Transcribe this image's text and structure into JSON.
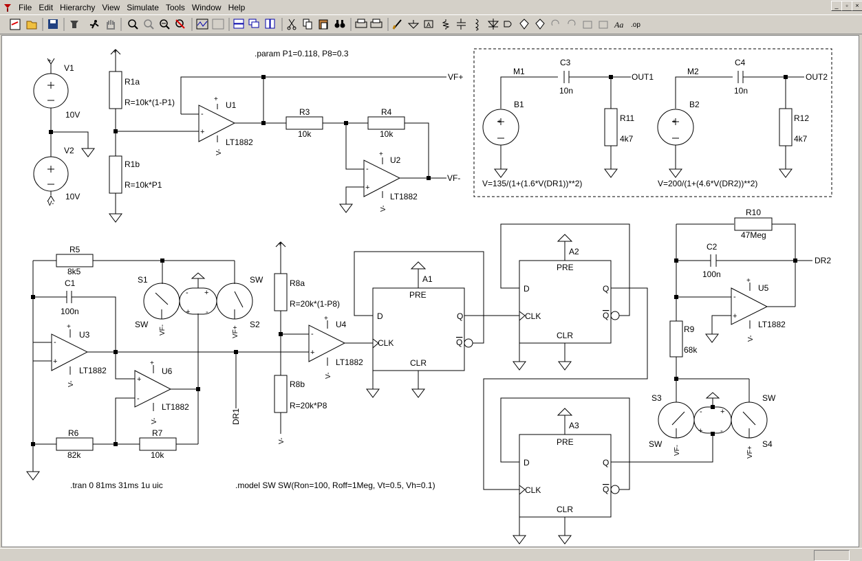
{
  "menu": {
    "items": [
      "File",
      "Edit",
      "Hierarchy",
      "View",
      "Simulate",
      "Tools",
      "Window",
      "Help"
    ]
  },
  "window_controls": [
    "minimize-icon",
    "restore-icon",
    "close-icon"
  ],
  "toolbar": {
    "icons": [
      "new-schematic-icon",
      "open-icon",
      "save-icon",
      "control-panel-icon",
      "run-icon",
      "halt-icon",
      "zoom-in-icon",
      "pan-icon",
      "zoom-out-icon",
      "zoom-fit-icon",
      "autorange-icon",
      "fft-icon",
      "tile-horizontal-icon",
      "cascade-icon",
      "tile-vertical-icon",
      "cut-icon",
      "copy-icon",
      "paste-icon",
      "find-icon",
      "print-setup-icon",
      "print-icon",
      "draw-wire-icon",
      "ground-icon",
      "label-net-icon",
      "resistor-icon",
      "capacitor-icon",
      "inductor-icon",
      "diode-icon",
      "component-icon",
      "move-icon",
      "drag-icon",
      "undo-icon",
      "redo-icon",
      "rotate-icon",
      "mirror-icon",
      "text-icon",
      "spice-directive-icon"
    ]
  },
  "schematic": {
    "directives": {
      "param": ".param P1=0.118, P8=0.3",
      "tran": ".tran 0 81ms 31ms 1u uic",
      "model": ".model SW SW(Ron=100, Roff=1Meg, Vt=0.5, Vh=0.1)"
    },
    "labels": {
      "V1": "V1",
      "V1_val": "10V",
      "V2": "V2",
      "V2_val": "10V",
      "R1a": "R1a",
      "R1a_val": "R=10k*(1-P1)",
      "R1b": "R1b",
      "R1b_val": "R=10k*P1",
      "U1": "U1",
      "U1_model": "LT1882",
      "U2": "U2",
      "U2_model": "LT1882",
      "R3": "R3",
      "R3_val": "10k",
      "R4": "R4",
      "R4_val": "10k",
      "VFp": "VF+",
      "VFm": "VF-",
      "M1": "M1",
      "M2": "M2",
      "C3": "C3",
      "C3_val": "10n",
      "C4": "C4",
      "C4_val": "10n",
      "OUT1": "OUT1",
      "OUT2": "OUT2",
      "B1": "B1",
      "B2": "B2",
      "R11": "R11",
      "R11_val": "4k7",
      "R12": "R12",
      "R12_val": "4k7",
      "B1_expr": "V=135/(1+(1.6*V(DR1))**2)",
      "B2_expr": "V=200/(1+(4.6*V(DR2))**2)",
      "R5": "R5",
      "R5_val": "8k5",
      "C1": "C1",
      "C1_val": "100n",
      "U3": "U3",
      "U3_model": "LT1882",
      "U6": "U6",
      "U6_model": "LT1882",
      "R6": "R6",
      "R6_val": "82k",
      "R7": "R7",
      "R7_val": "10k",
      "S1": "S1",
      "S2": "S2",
      "SW_a": "SW",
      "SW_b": "SW",
      "DR1": "DR1",
      "R8a": "R8a",
      "R8a_val": "R=20k*(1-P8)",
      "R8b": "R8b",
      "R8b_val": "R=20k*P8",
      "U4": "U4",
      "U4_model": "LT1882",
      "A1": "A1",
      "A2": "A2",
      "A3": "A3",
      "PRE": "PRE",
      "CLR": "CLR",
      "D": "D",
      "Q": "Q",
      "Qbar": "Q",
      "CLK": "CLK",
      "R10": "R10",
      "R10_val": "47Meg",
      "C2": "C2",
      "C2_val": "100n",
      "DR2": "DR2",
      "U5": "U5",
      "U5_model": "LT1882",
      "R9": "R9",
      "R9_val": "68k",
      "S3": "S3",
      "S4": "S4",
      "SW_c": "SW",
      "SW_d": "SW",
      "plus": "+",
      "minus": "-",
      "vplus": "V+",
      "vminus": "V-",
      "vf_minus": "VF-",
      "vf_plus": "VF+"
    }
  }
}
